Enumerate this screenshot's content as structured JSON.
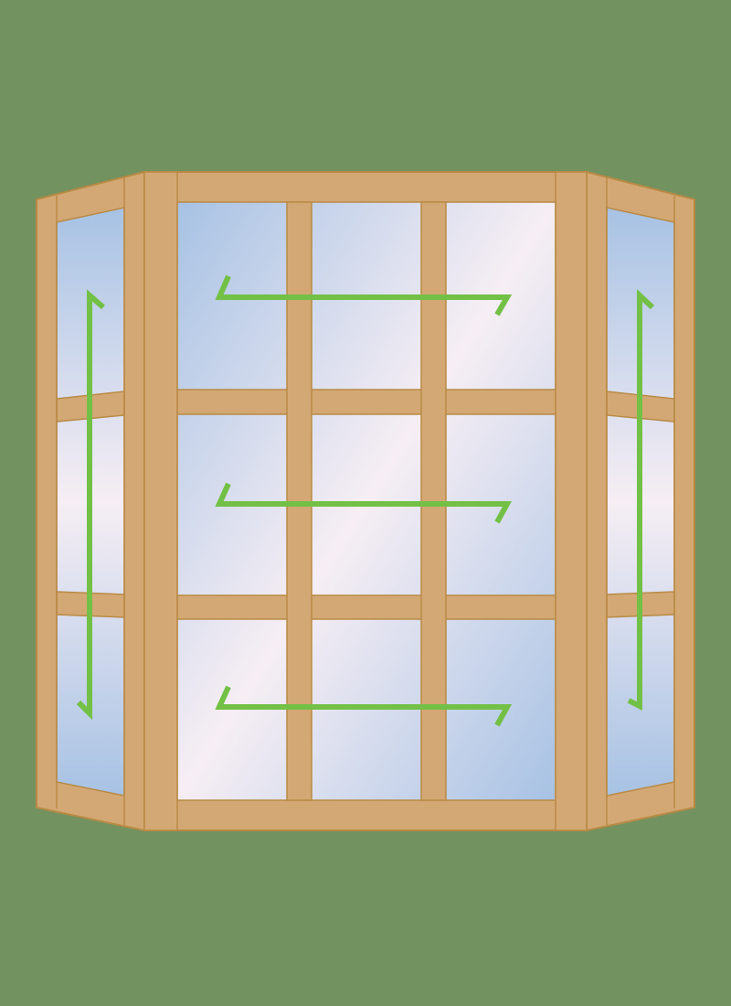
{
  "illustration": {
    "subject": "bay-window",
    "colors": {
      "background": "#72925f",
      "frame": "#d3a874",
      "frame_outline": "#b98a45",
      "glass_blue": "#a7c2e4",
      "glass_light": "#f6eef4",
      "arrow": "#73c046"
    },
    "layout": {
      "front_columns": 3,
      "front_rows": 3,
      "side_rows": 3
    },
    "arrows": [
      {
        "id": "front-row-1",
        "direction": "right"
      },
      {
        "id": "front-row-2",
        "direction": "right"
      },
      {
        "id": "front-row-3",
        "direction": "right"
      },
      {
        "id": "left-side",
        "direction": "down"
      },
      {
        "id": "right-side",
        "direction": "down"
      }
    ]
  }
}
